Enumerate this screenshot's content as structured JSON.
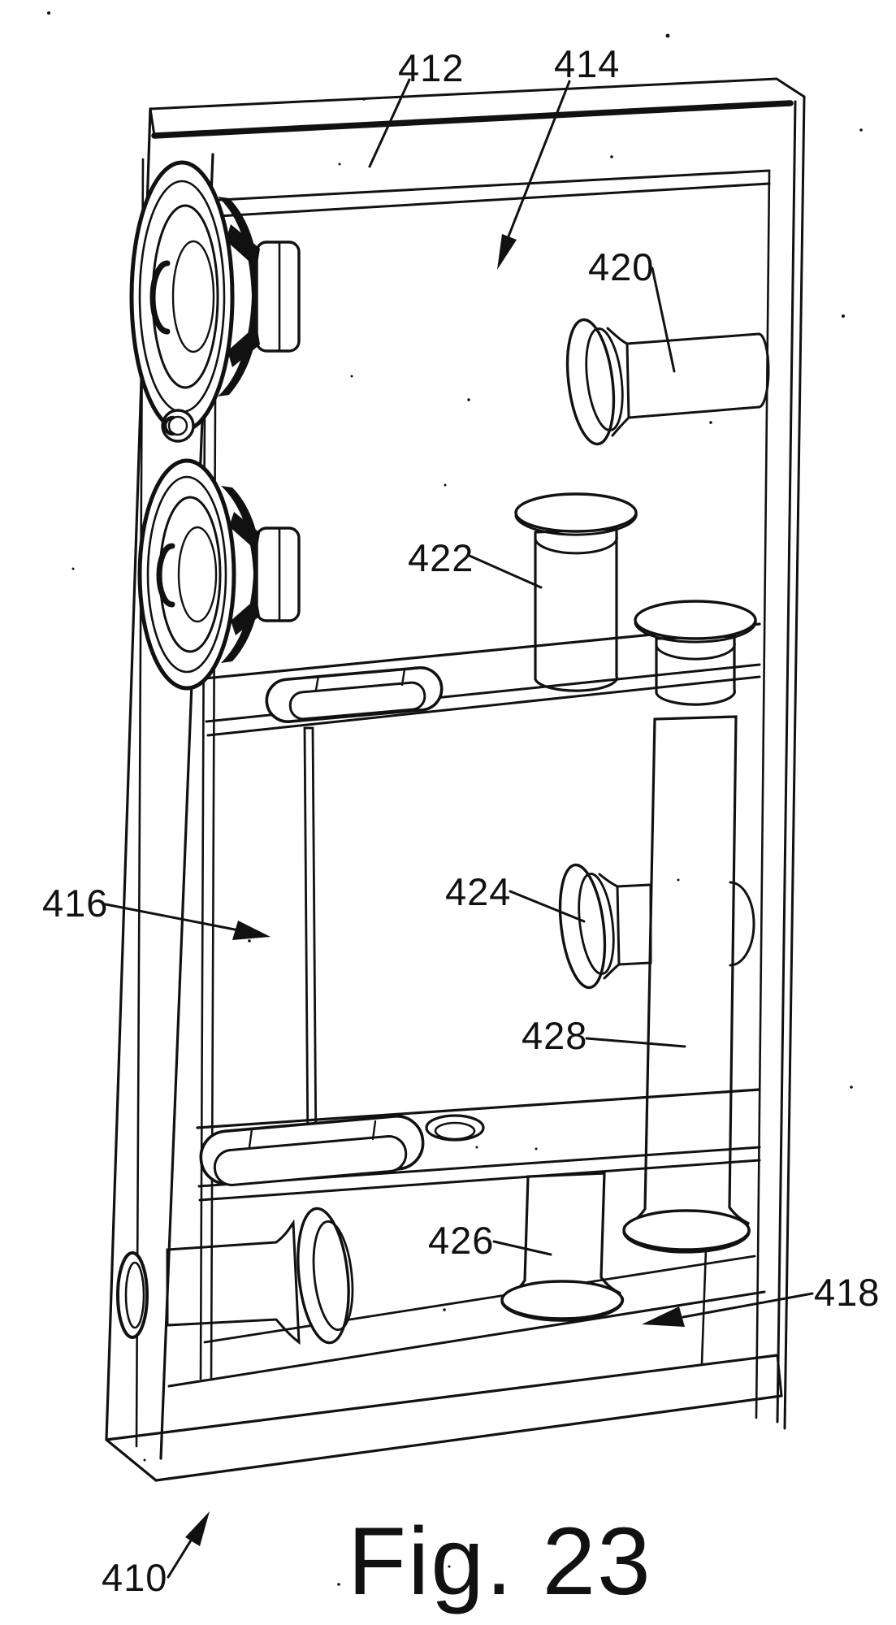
{
  "figure": {
    "caption": "Fig. 23",
    "reference_labels": {
      "l410": "410",
      "l412": "412",
      "l414": "414",
      "l416": "416",
      "l418": "418",
      "l420": "420",
      "l422": "422",
      "l424": "424",
      "l426": "426",
      "l428": "428"
    }
  }
}
